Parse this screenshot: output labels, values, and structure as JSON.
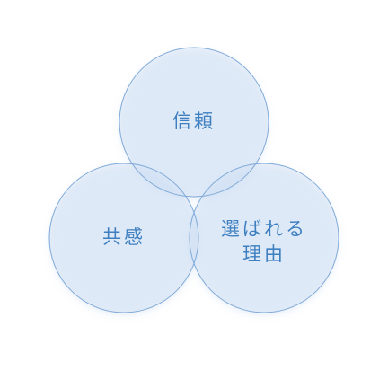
{
  "diagram": {
    "type": "venn",
    "circles": [
      {
        "id": "trust",
        "label_lines": [
          "信頼"
        ]
      },
      {
        "id": "empathy",
        "label_lines": [
          "共感"
        ]
      },
      {
        "id": "reason",
        "label_lines": [
          "選ばれる",
          "理由"
        ]
      }
    ],
    "colors": {
      "fill": "#d6e4f5",
      "stroke": "#7fa9d8",
      "text": "#3e7fc0",
      "shadow": "#b8cfe9"
    }
  }
}
